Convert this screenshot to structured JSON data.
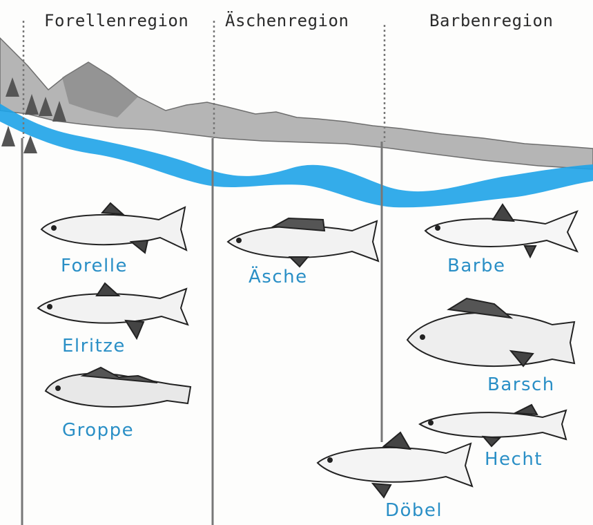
{
  "regions": [
    {
      "name": "Forellenregion"
    },
    {
      "name": "Äschenregion"
    },
    {
      "name": "Barbenregion"
    }
  ],
  "fish": {
    "forelle": "Forelle",
    "elritze": "Elritze",
    "groppe": "Groppe",
    "aesche": "Äsche",
    "barbe": "Barbe",
    "barsch": "Barsch",
    "hecht": "Hecht",
    "doebel": "Döbel"
  },
  "colors": {
    "river": "#1ea3e8",
    "label": "#2a8fc6",
    "mountain": "#8d8d8d",
    "divider": "#777777"
  }
}
